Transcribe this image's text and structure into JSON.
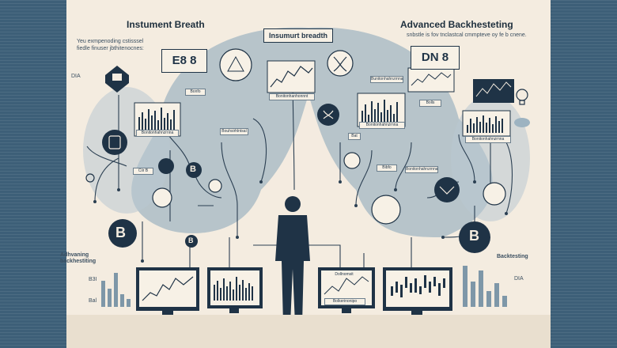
{
  "header": {
    "left_title": "Instument Breath",
    "right_title": "Advanced Backhesteting",
    "left_subtitle_line1": "Yeu exmpenoding cstisssel",
    "left_subtitle_line2": "fiedle finuser jbthitenocnes:",
    "right_subtitle": "snbstle is fov tnclastcal cmmpteve oy fe b cnene."
  },
  "center": {
    "top_label": "Insumurt breadth"
  },
  "panels": {
    "left_code": "E8 8",
    "right_code": "DN 8"
  },
  "side_notes": {
    "left_small": "DIA",
    "left_bottom_line1": "Adhvaning",
    "left_bottom_line2": "backhestiting",
    "right_bottom": "Backtesting",
    "left_axis": "B3I",
    "left_axis2": "Bal",
    "right_axis": "DIA"
  },
  "mini_labels": {
    "chart_left": "Bonfo",
    "chart_left_bottom": "Bonitonhahnzrnna",
    "center_chart": "Bonitonhanhonnnt",
    "right_chart_caption": "Bonitonhahnzrnna",
    "right_mid": "Bolls",
    "far_right": "Bonitonhahnzrnna",
    "right_bars": "Bunitonhahnzrnna",
    "left_circle": "Ciir B",
    "right_tag_small": "Bibfo",
    "right_tag": "Bonitonhahnzrnna",
    "e1": "Bat",
    "r2": "Bouhsirhlntsal",
    "monitor_title": "Dollnomsit",
    "monitor_caption": "Bolkerinonipo"
  },
  "icons": [
    "bank-icon",
    "network-icon",
    "dna-icon",
    "analytics-icon",
    "bitcoin-icon",
    "handshake-icon",
    "document-icon",
    "lightbulb-icon",
    "cloud-icon",
    "cog-icon",
    "person-icon",
    "monitor-icon"
  ],
  "colors": {
    "background": "#f4ece0",
    "side_panel": "#3d5f78",
    "navy": "#1f3346",
    "teal_blob": "#8ea7b6",
    "accent_teal": "#6e8ea0"
  }
}
